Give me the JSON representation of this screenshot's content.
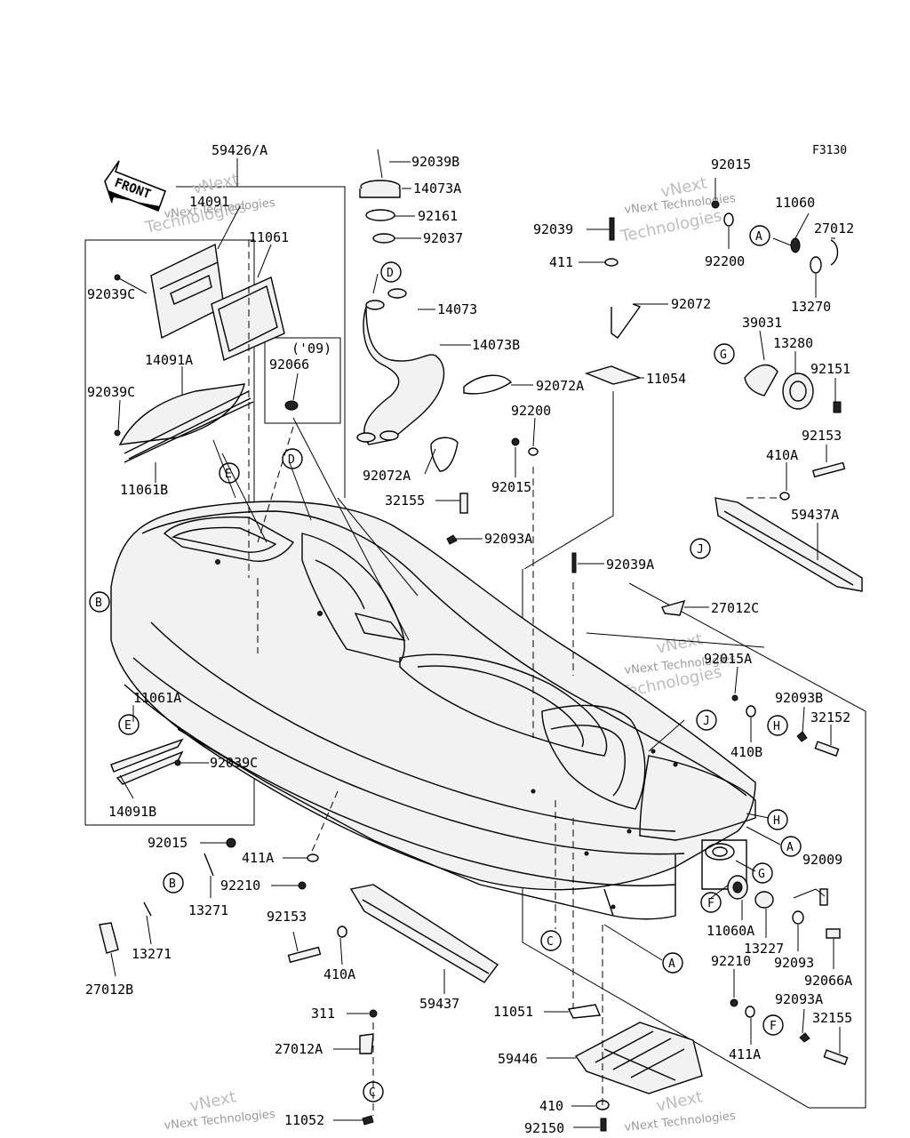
{
  "figure_code": "F3130",
  "front_label": "FRONT",
  "watermark": {
    "line1": "vNext",
    "line2": "Technologies",
    "line3": "vNext Technologies"
  },
  "note_09": "('09)",
  "parts": {
    "p59426A": "59426/A",
    "p14091": "14091",
    "p11061": "11061",
    "p92039C_1": "92039C",
    "p14091A": "14091A",
    "p92039C_2": "92039C",
    "p11061B": "11061B",
    "p92066": "92066",
    "p92039B": "92039B",
    "p14073A": "14073A",
    "p92161": "92161",
    "p92037": "92037",
    "p14073": "14073",
    "p14073B": "14073B",
    "p92072A_1": "92072A",
    "p92072A_2": "92072A",
    "p32155_1": "32155",
    "p92093A_1": "92093A",
    "p92039": "92039",
    "p411": "411",
    "p92072": "92072",
    "p11054": "11054",
    "p92200_1": "92200",
    "p92015_1": "92015",
    "p92039A": "92039A",
    "p92015_2": "92015",
    "p11060": "11060",
    "p27012": "27012",
    "p92200_2": "92200",
    "p13270": "13270",
    "p39031": "39031",
    "p13280": "13280",
    "p92151": "92151",
    "p92153_1": "92153",
    "p410A_1": "410A",
    "p59437A": "59437A",
    "p27012C": "27012C",
    "p92015A": "92015A",
    "p92093B": "92093B",
    "p32152": "32152",
    "p410B": "410B",
    "p11061A": "11061A",
    "p92039C_3": "92039C",
    "p14091B": "14091B",
    "p92015_3": "92015",
    "p411A_1": "411A",
    "p92210_1": "92210",
    "p13271_1": "13271",
    "p13271_2": "13271",
    "p27012B": "27012B",
    "p92153_2": "92153",
    "p410A_2": "410A",
    "p59437": "59437",
    "p92009": "92009",
    "p11060A": "11060A",
    "p13227": "13227",
    "p92093": "92093",
    "p92066A": "92066A",
    "p92210_2": "92210",
    "p92093A_2": "92093A",
    "p32155_2": "32155",
    "p411A_2": "411A",
    "p311": "311",
    "p27012A": "27012A",
    "p11051": "11051",
    "p59446": "59446",
    "p11052": "11052",
    "p410": "410",
    "p92150": "92150"
  },
  "callouts": {
    "A": "A",
    "B": "B",
    "C": "C",
    "D": "D",
    "E": "E",
    "F": "F",
    "G": "G",
    "H": "H",
    "J": "J"
  }
}
